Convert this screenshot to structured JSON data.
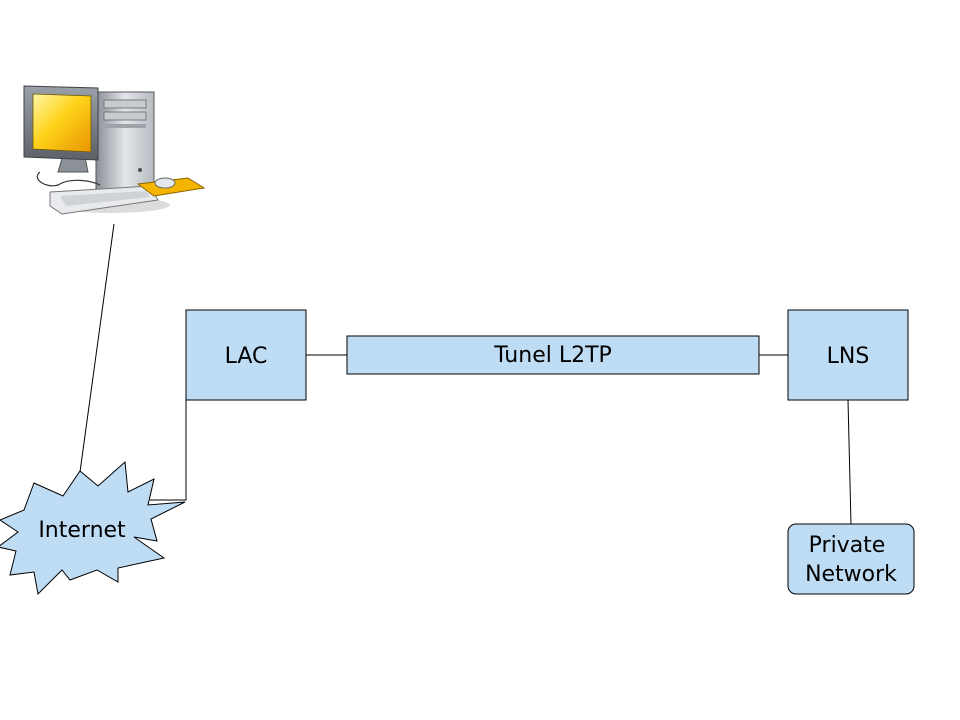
{
  "nodes": {
    "lac": {
      "label": "LAC"
    },
    "tunnel": {
      "label": "Tunel L2TP"
    },
    "lns": {
      "label": "LNS"
    },
    "internet": {
      "label": "Internet"
    },
    "private_network": {
      "line1": "Private",
      "line2": "Network"
    }
  },
  "icons": {
    "computer": "desktop-computer-icon"
  },
  "colors": {
    "box_fill": "#bfdcf5",
    "stroke": "#000000",
    "monitor_screen": "#f6b800",
    "mousepad": "#f4b400"
  }
}
